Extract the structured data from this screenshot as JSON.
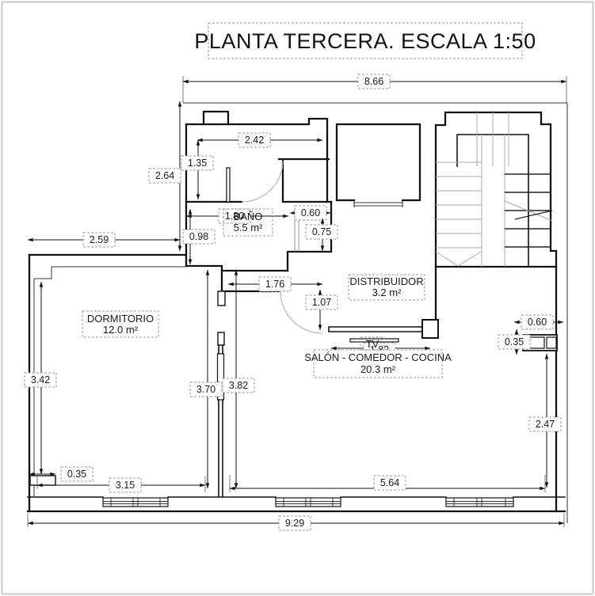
{
  "title": "PLANTA TERCERA. ESCALA 1:50",
  "rooms": {
    "dormitorio": {
      "name": "DORMITORIO",
      "area": "12.0 m²"
    },
    "bano": {
      "name": "BAÑO",
      "area": "5.5 m²"
    },
    "distribuidor": {
      "name": "DISTRIBUIDOR",
      "area": "3.2 m²"
    },
    "salon": {
      "name": "SALÓN - COMEDOR - COCINA",
      "area": "20.3 m²"
    },
    "tv_label": "TV"
  },
  "dimensions": {
    "total_width_top": "8.66",
    "upper_left_height": "2.64",
    "upper_left_width": "2.59",
    "closet_width": "2.42",
    "closet_height": "1.35",
    "bano_lower_width": "1.80",
    "duct_width": "0.60",
    "duct_height": "0.75",
    "bano_lower_height": "0.98",
    "hall_width": "1.76",
    "hall_height": "1.07",
    "dormitorio_height": "3.42",
    "corner_pier_width": "0.35",
    "dormitorio_width": "3.15",
    "partition_left_height": "3.70",
    "partition_right_height": "3.82",
    "tv_width": "1.82",
    "salon_width": "5.64",
    "total_width_bottom": "9.29",
    "terrace_height": "2.47",
    "balcony_width": "0.60",
    "balcony_height": "0.35"
  },
  "colors": {
    "wall": "#111111",
    "dimension_line": "#1a1a1a",
    "label_border": "#9a9a9a",
    "door_arc": "#b0b0b0",
    "frame": "#c9c9c9",
    "background": "#ffffff"
  }
}
